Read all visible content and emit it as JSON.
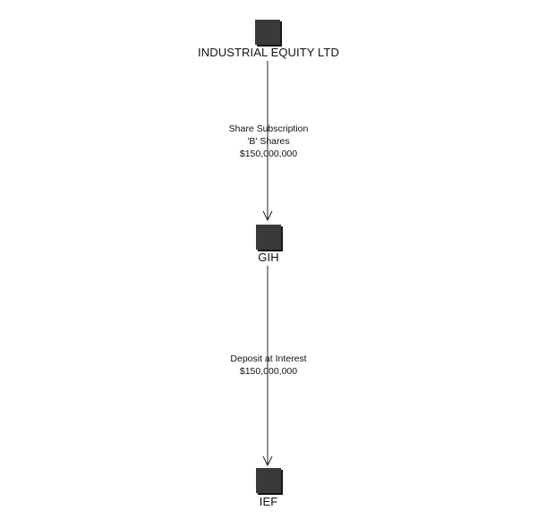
{
  "diagram": {
    "nodes": [
      {
        "id": "iel",
        "label": "INDUSTRIAL EQUITY LTD"
      },
      {
        "id": "gih",
        "label": "GIH"
      },
      {
        "id": "ief",
        "label": "IEF"
      }
    ],
    "edges": [
      {
        "from": "iel",
        "to": "gih",
        "label_lines": [
          "Share Subscription",
          "'B' Shares",
          "$150,000,000"
        ]
      },
      {
        "from": "gih",
        "to": "ief",
        "label_lines": [
          "Deposit at Interest",
          "$150,000,000"
        ]
      }
    ]
  }
}
